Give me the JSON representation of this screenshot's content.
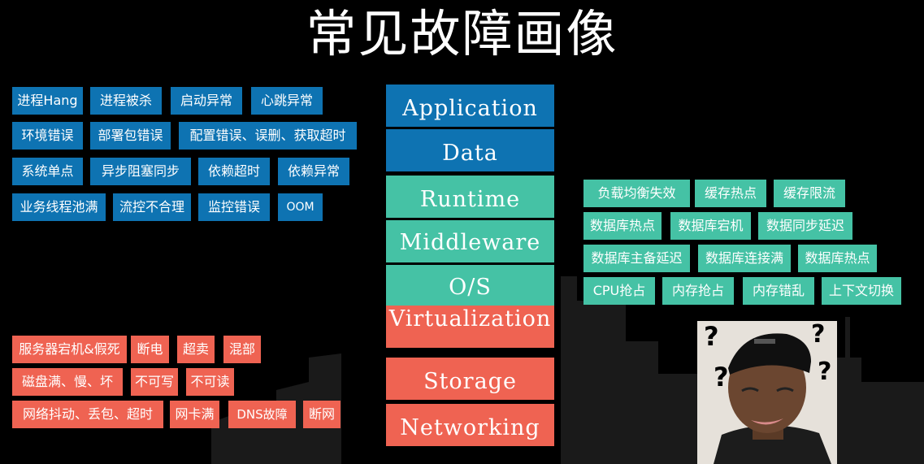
{
  "title": "常见故障画像",
  "app_tags": [
    [
      "进程Hang",
      "进程被杀",
      "启动异常",
      "心跳异常"
    ],
    [
      "环境错误",
      "部署包错误",
      "配置错误、误删、获取超时"
    ],
    [
      "系统单点",
      "异步阻塞同步",
      "依赖超时",
      "依赖异常"
    ],
    [
      "业务线程池满",
      "流控不合理",
      "监控错误",
      "OOM"
    ]
  ],
  "layers": [
    "Application",
    "Data",
    "Runtime",
    "Middleware",
    "O/S",
    "Virtualization",
    "Storage",
    "Networking"
  ],
  "middleware_tags": [
    [
      "负载均衡失效",
      "缓存热点",
      "缓存限流"
    ],
    [
      "数据库热点",
      "数据库宕机",
      "数据同步延迟"
    ],
    [
      "数据库主备延迟",
      "数据库连接满",
      "数据库热点"
    ],
    [
      "CPU抢占",
      "内存抢占",
      "内存错乱",
      "上下文切换"
    ]
  ],
  "infra_tags": [
    [
      "服务器宕机&假死",
      "断电",
      "超卖",
      "混部"
    ],
    [
      "磁盘满、慢、坏",
      "不可写",
      "不可读"
    ],
    [
      "网络抖动、丢包、超时",
      "网卡满",
      "DNS故障",
      "断网"
    ]
  ],
  "colors": {
    "blue": "#0e73b2",
    "teal": "#45c2a5",
    "red": "#ef6352",
    "background": "#000000"
  },
  "meme_marks": [
    "?",
    "?",
    "?",
    "?"
  ]
}
